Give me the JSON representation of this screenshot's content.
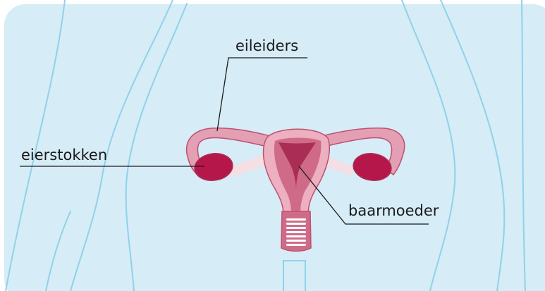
{
  "colors": {
    "background": "#d6ecf6",
    "body_outline": "#8fd2ea",
    "tube": "#e3a0b4",
    "tube_dark": "#c0506f",
    "uterus_light": "#ecb0c0",
    "uterus_mid": "#cf6b88",
    "uterus_dark": "#a92d54",
    "ovary": "#b5174a",
    "ligament": "#f4dfe5",
    "cervix_stripes": "#ffffff"
  },
  "labels": {
    "fallopian_tubes": "eileiders",
    "ovaries": "eierstokken",
    "uterus": "baarmoeder"
  }
}
